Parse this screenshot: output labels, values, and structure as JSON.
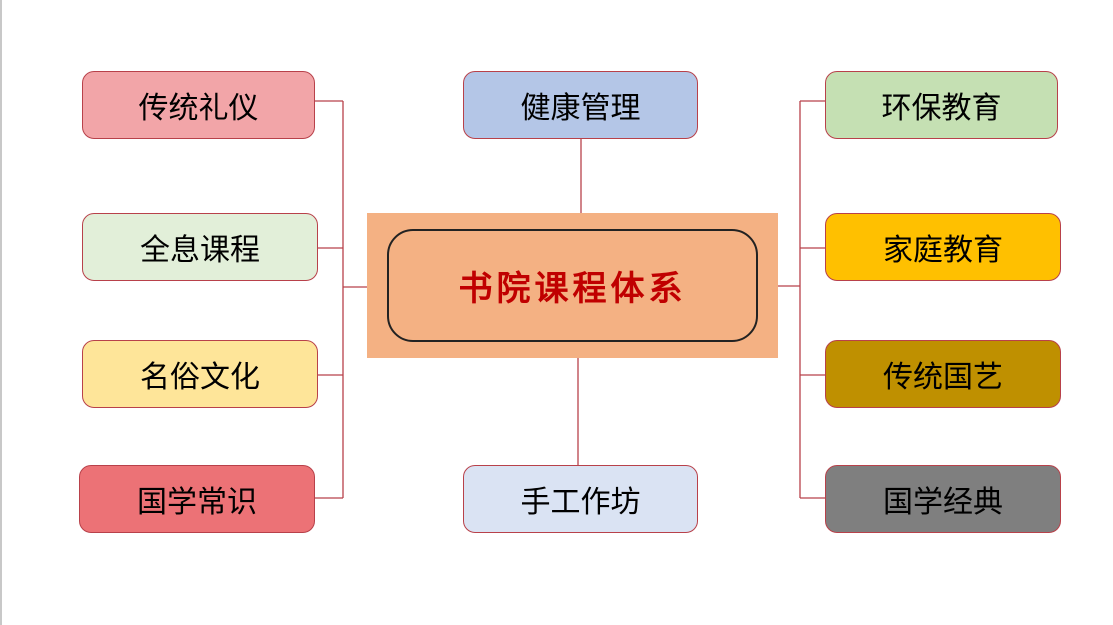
{
  "title": "书院课程体系",
  "colors": {
    "line": "#b8414a",
    "center": "#f4b183"
  },
  "left": [
    {
      "label": "传统礼仪",
      "color": "#f2a5a8"
    },
    {
      "label": "全息课程",
      "color": "#e2efd9"
    },
    {
      "label": "名俗文化",
      "color": "#fee599"
    },
    {
      "label": "国学常识",
      "color": "#ec7276"
    }
  ],
  "middle": [
    {
      "label": "健康管理",
      "color": "#b4c6e7"
    },
    {
      "label": "手工作坊",
      "color": "#dae3f3"
    }
  ],
  "right": [
    {
      "label": "环保教育",
      "color": "#c5e0b3"
    },
    {
      "label": "家庭教育",
      "color": "#ffc000"
    },
    {
      "label": "传统国艺",
      "color": "#bf9000"
    },
    {
      "label": "国学经典",
      "color": "#7f7f7f"
    }
  ]
}
